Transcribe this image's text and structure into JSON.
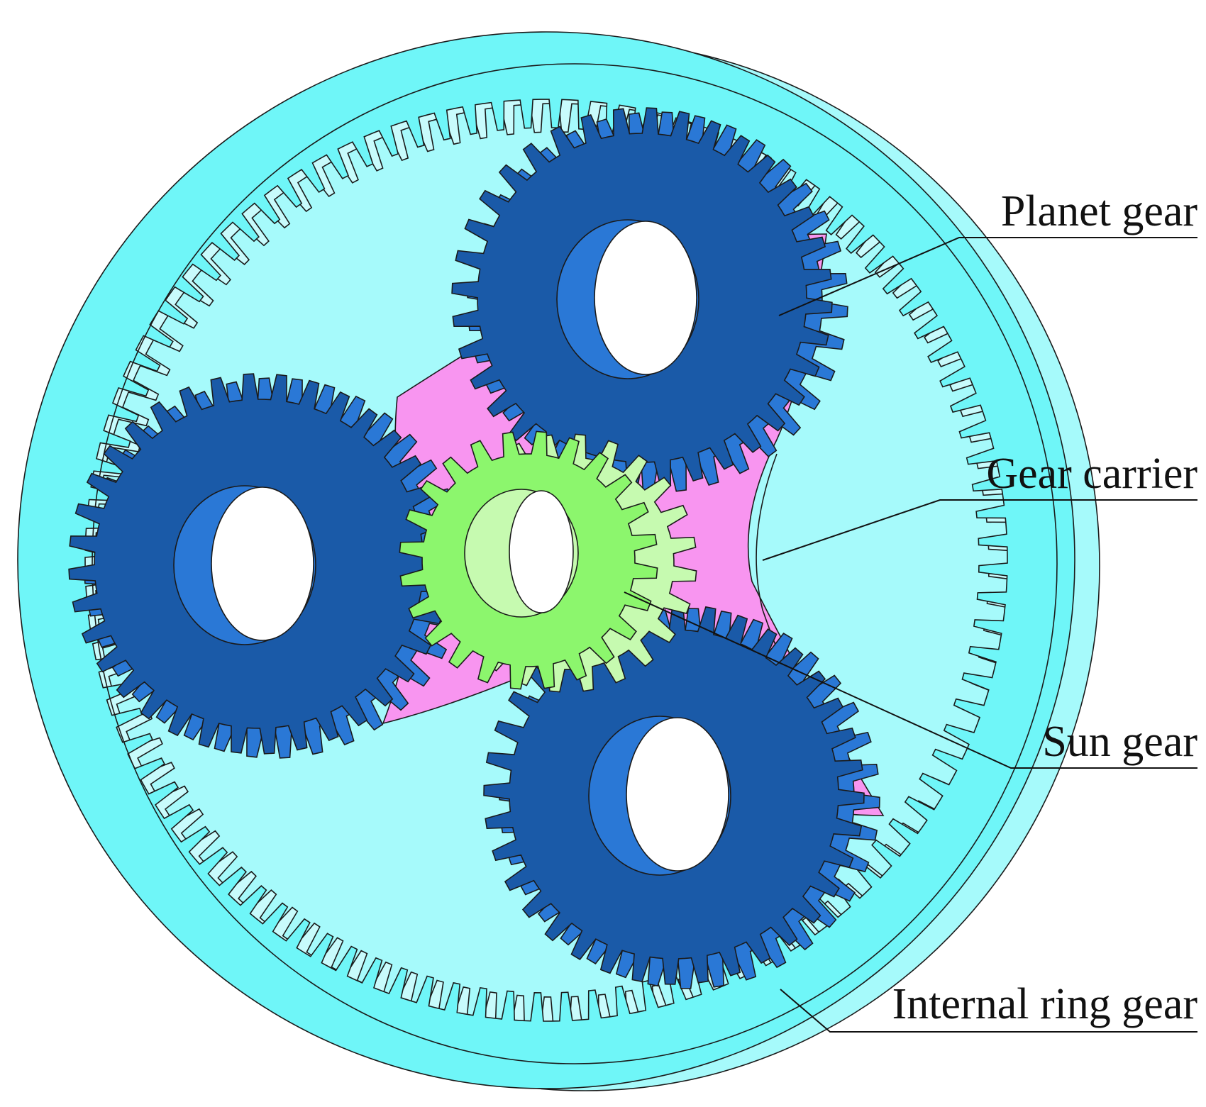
{
  "labels": {
    "planet": "Planet gear",
    "carrier": "Gear carrier",
    "sun": "Sun gear",
    "ring": "Internal ring gear"
  },
  "colors": {
    "ring_face": "#6ff6f8",
    "ring_side": "#a6fafb",
    "ring_teeth_side": "#c8fbfc",
    "carrier": "#f895f0",
    "planet_face": "#1a5aa8",
    "planet_side": "#2a78d6",
    "sun_face": "#8cf66d",
    "sun_side": "#c6fab0",
    "outline": "#1a1a1a"
  },
  "gears": {
    "ring_teeth": 100,
    "planet_teeth": 36,
    "sun_teeth": 24
  }
}
